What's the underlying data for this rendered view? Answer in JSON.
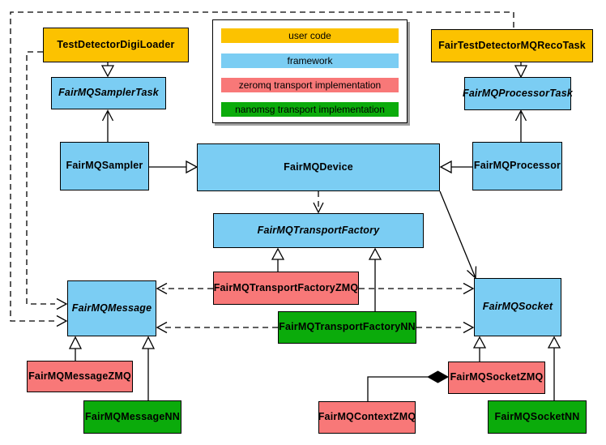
{
  "colors": {
    "user_code": "#FCC200",
    "framework": "#7BCDF3",
    "zeromq": "#F87878",
    "nanomsg": "#0BAB0B",
    "line": "#000000",
    "legend_shadow": "#9e9e9e"
  },
  "legend": {
    "items": [
      {
        "label": "user code"
      },
      {
        "label": "framework"
      },
      {
        "label": "zeromq transport implementation"
      },
      {
        "label": "nanomsg transport implementation"
      }
    ]
  },
  "nodes": {
    "test_detector_digi_loader": {
      "label": "TestDetectorDigiLoader"
    },
    "fair_test_detector_mq_reco_task": {
      "label": "FairTestDetectorMQRecoTask"
    },
    "fair_mq_sampler_task": {
      "label": "FairMQSamplerTask"
    },
    "fair_mq_processor_task": {
      "label": "FairMQProcessorTask"
    },
    "fair_mq_sampler": {
      "label": "FairMQSampler"
    },
    "fair_mq_device": {
      "label": "FairMQDevice"
    },
    "fair_mq_processor": {
      "label": "FairMQProcessor"
    },
    "fair_mq_transport_factory": {
      "label": "FairMQTransportFactory"
    },
    "fair_mq_message": {
      "label": "FairMQMessage"
    },
    "fair_mq_socket": {
      "label": "FairMQSocket"
    },
    "fair_mq_transport_factory_zmq": {
      "label": "FairMQTransportFactoryZMQ"
    },
    "fair_mq_transport_factory_nn": {
      "label": "FairMQTransportFactoryNN"
    },
    "fair_mq_message_zmq": {
      "label": "FairMQMessageZMQ"
    },
    "fair_mq_message_nn": {
      "label": "FairMQMessageNN"
    },
    "fair_mq_context_zmq": {
      "label": "FairMQContextZMQ"
    },
    "fair_mq_socket_zmq": {
      "label": "FairMQSocketZMQ"
    },
    "fair_mq_socket_nn": {
      "label": "FairMQSocketNN"
    }
  }
}
